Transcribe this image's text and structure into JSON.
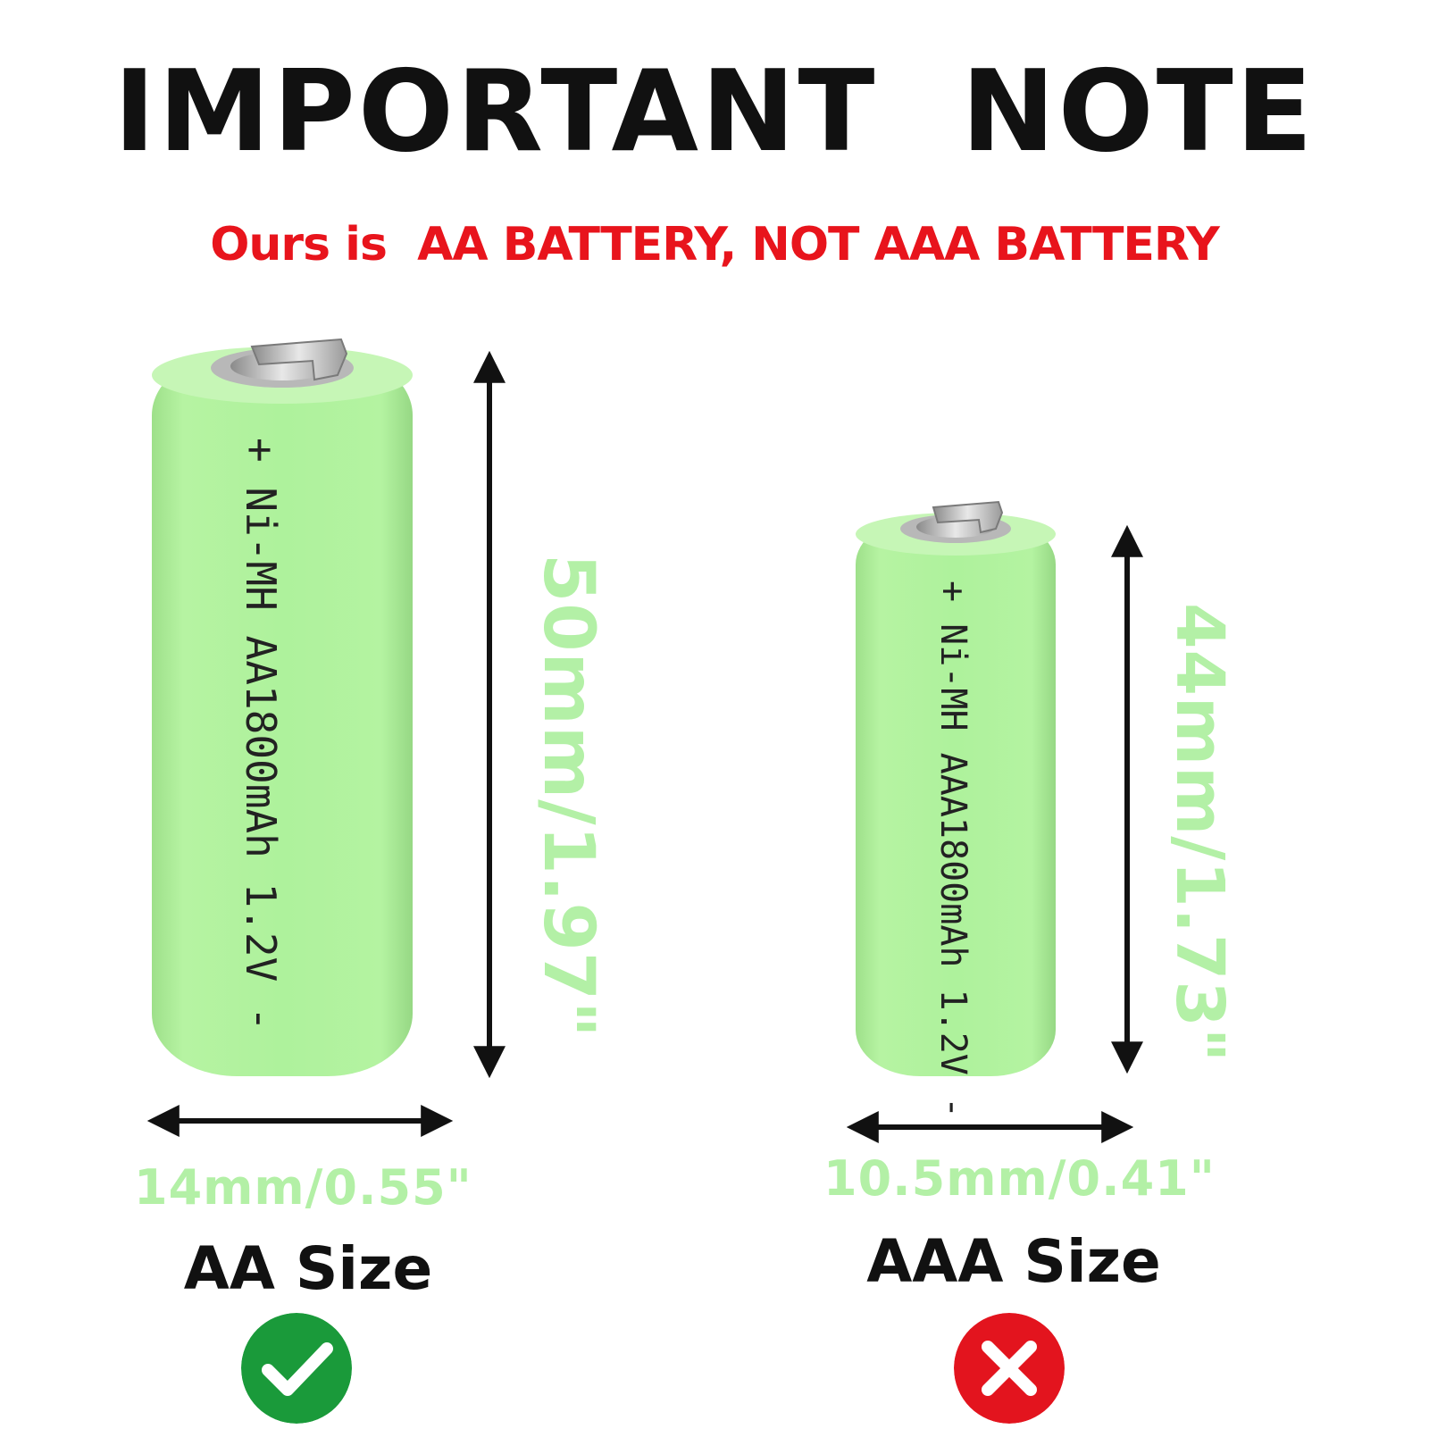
{
  "title": "IMPORTANT  NOTE",
  "subtitle": "Ours is  AA BATTERY, NOT AAA BATTERY",
  "colors": {
    "title": "#111111",
    "subtitle": "#e8141c",
    "battery_green": "#aef29c",
    "dimension_text": "#b3f0a6",
    "check_green": "#1a9a3a",
    "cross_red": "#e3141e"
  },
  "batteries": [
    {
      "label_text": "+ Ni-MH AA1800mAh 1.2V -",
      "height_text": "50mm/1.97\"",
      "width_text": "14mm/0.55\"",
      "size_label": "AA Size",
      "status_icon": "check-icon"
    },
    {
      "label_text": "+ Ni-MH AAA1800mAh 1.2V -",
      "height_text": "44mm/1.73\"",
      "width_text": "10.5mm/0.41\"",
      "size_label": "AAA Size",
      "status_icon": "cross-icon"
    }
  ]
}
